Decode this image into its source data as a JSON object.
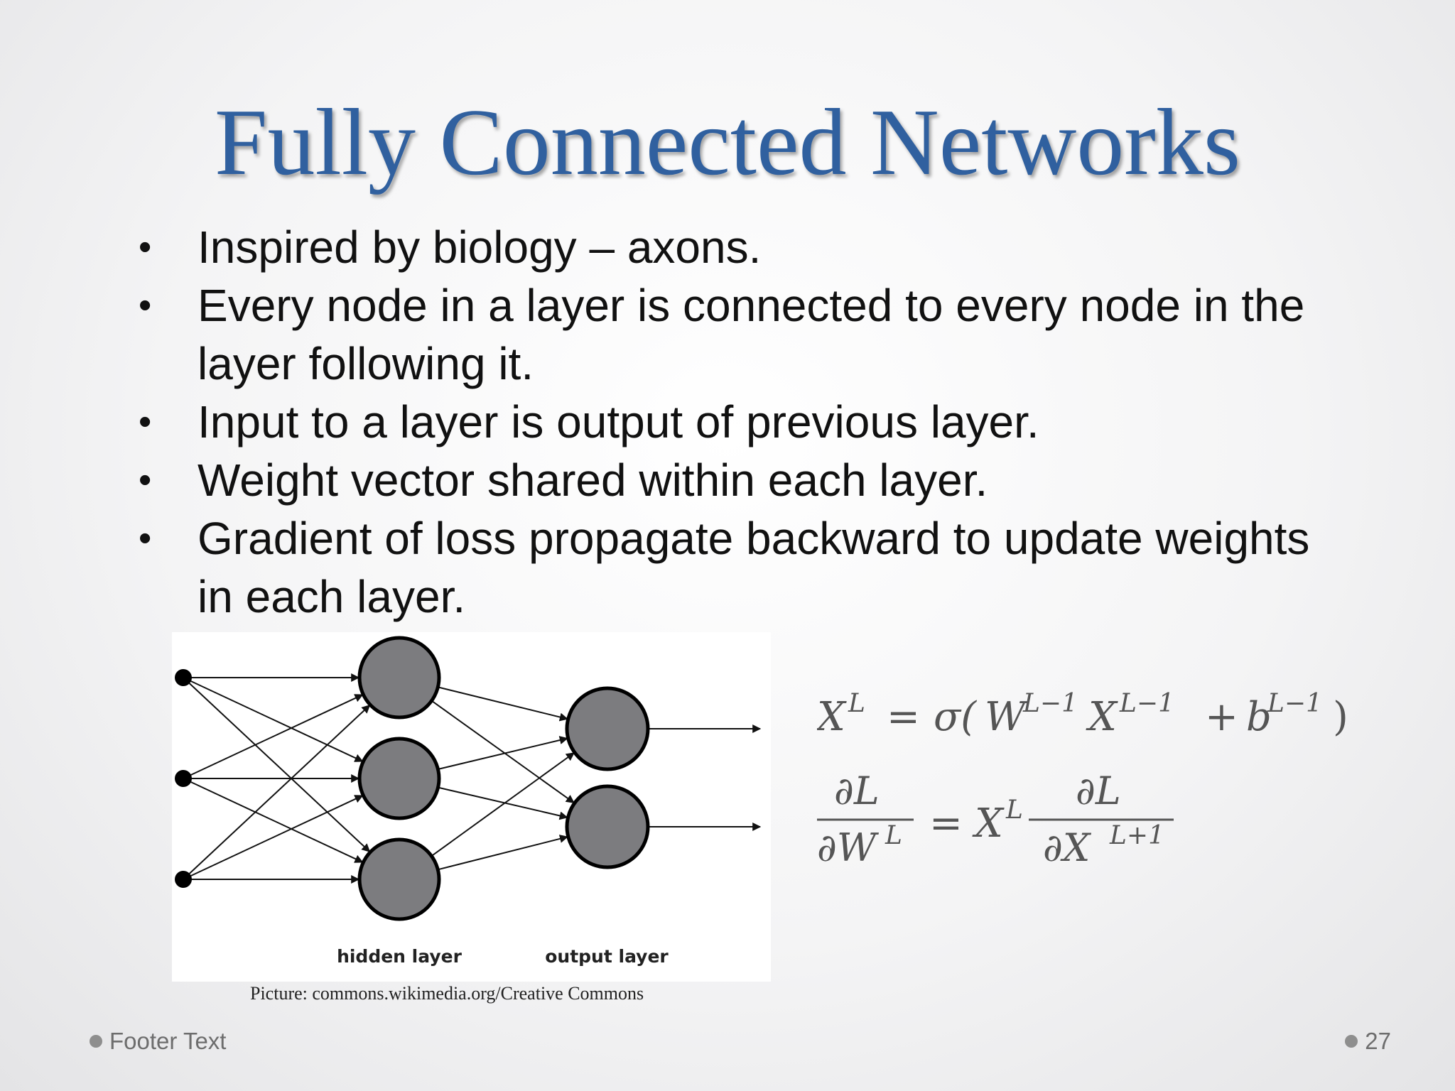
{
  "slide": {
    "title": "Fully Connected Networks",
    "bullets": [
      {
        "text": "Inspired by biology – axons."
      },
      {
        "text": "Every node in a layer is connected to every node in the layer following it."
      },
      {
        "text": "Input to a layer is output of previous layer."
      },
      {
        "text": "Weight vector shared within each layer."
      },
      {
        "text": "Gradient of loss propagate backward to update weights in each layer."
      }
    ],
    "bullet_marker": "•",
    "figure": {
      "hidden_label": "hidden layer",
      "output_label": "output layer",
      "input_node_count": 3,
      "hidden_node_count": 3,
      "output_node_count": 2,
      "node_color": "#7c7c7f"
    },
    "caption": "Picture: commons.wikimedia.org/Creative Commons",
    "equations": {
      "eq1": {
        "lhs_base": "X",
        "lhs_sup": "L",
        "equals": "=",
        "sigma": "σ(",
        "w_base": "W",
        "w_sup": "L−1",
        "x_base": "X",
        "x_sup": "L−1",
        "plus": "+",
        "b_base": "b",
        "b_sup": "L−1",
        "close": ")"
      },
      "eq2": {
        "num1": "∂L",
        "den1_base": "∂W",
        "den1_sup": "L",
        "equals": "=",
        "x_base": "X",
        "x_sup": "L",
        "num2": "∂L",
        "den2_base": "∂X",
        "den2_sup": "L+1"
      }
    },
    "footer_text": "Footer Text",
    "page_number": "27",
    "title_color": "#30609f"
  }
}
